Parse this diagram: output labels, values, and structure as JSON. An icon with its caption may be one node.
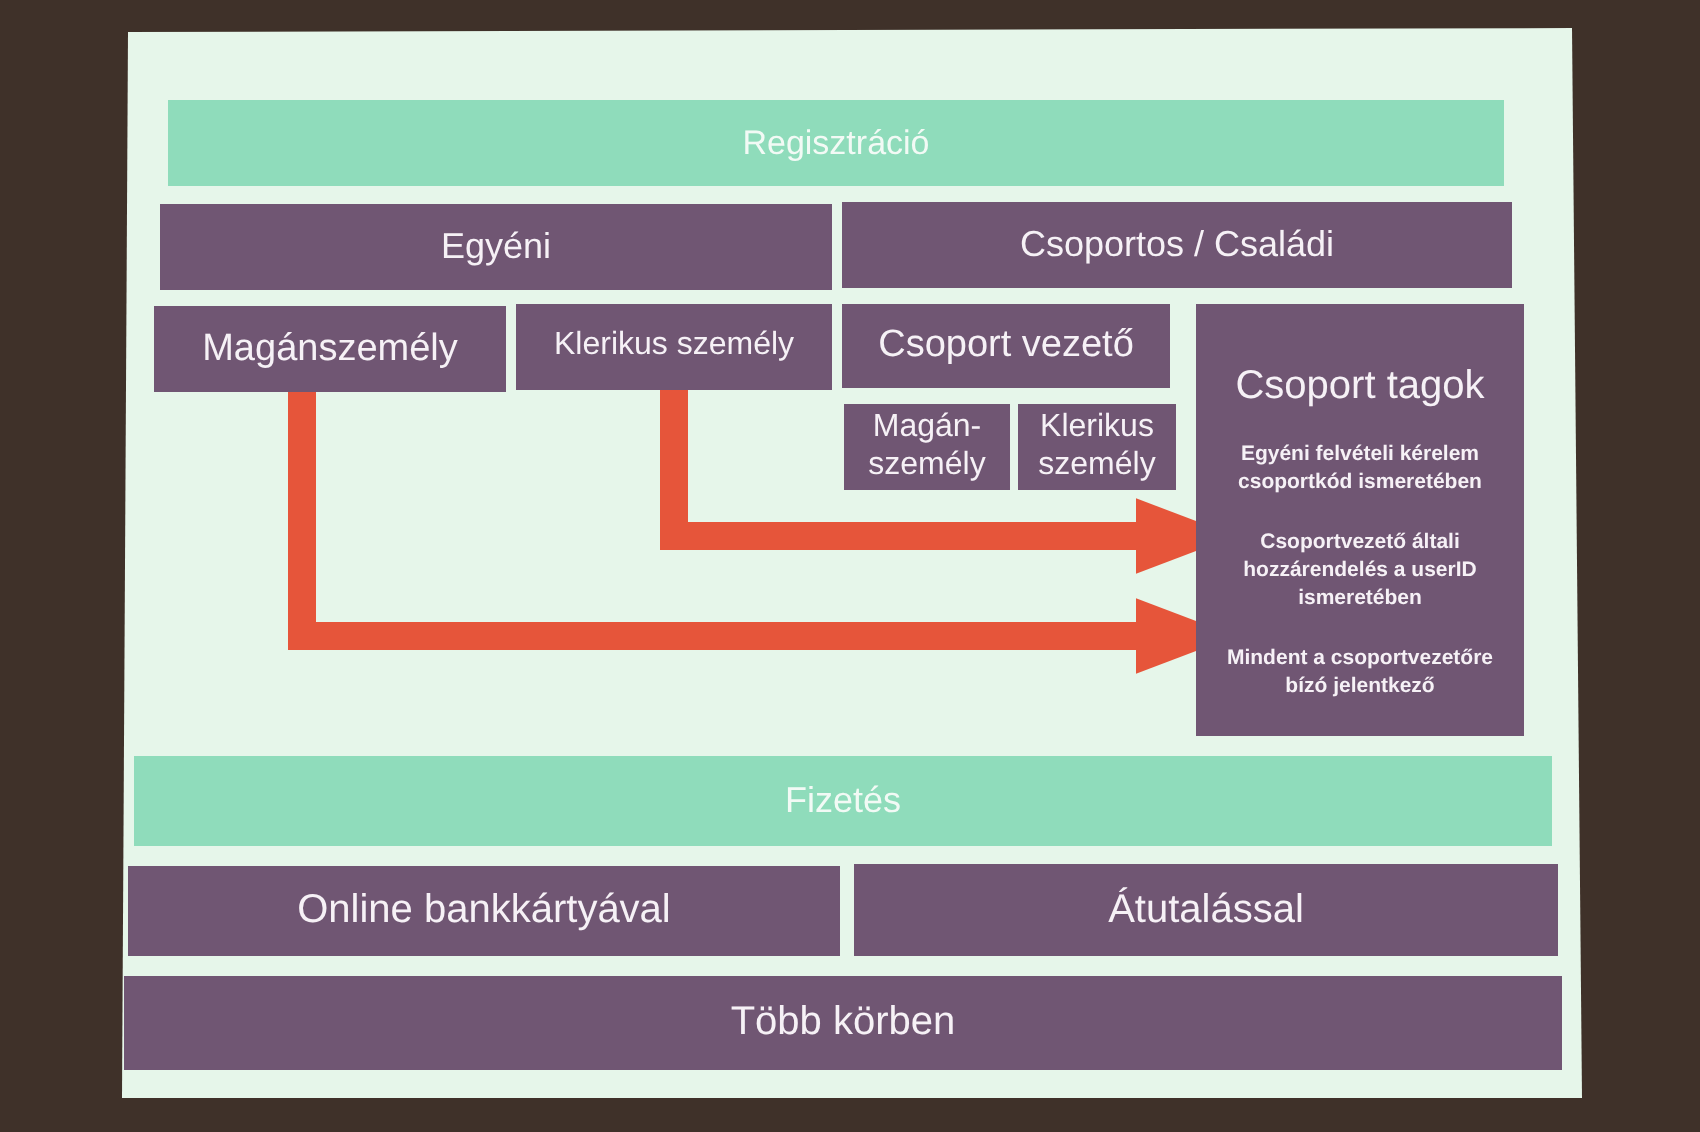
{
  "diagram": {
    "nodes": [
      {
        "text": [
          "Regisztráció"
        ]
      },
      {
        "text": [
          "Egyéni"
        ]
      },
      {
        "text": [
          "Csoportos / Családi"
        ]
      },
      {
        "text": [
          "Magánszemély"
        ]
      },
      {
        "text": [
          "Klerikus személy"
        ]
      },
      {
        "text": [
          "Csoport vezető"
        ]
      },
      {
        "text": [
          "Csoport tagok",
          "Egyéni felvételi kérelem csoportkód ismeretében",
          "Csoportvezető általi hozzárendelés a userID ismeretében",
          "Mindent a csoportvezetőre bízó jelentkező"
        ]
      },
      {
        "text": [
          "Magán- személy"
        ]
      },
      {
        "text": [
          "Klerikus személy"
        ]
      },
      {
        "text": [
          "Fizetés"
        ]
      },
      {
        "text": [
          "Online bankkártyával"
        ]
      },
      {
        "text": [
          "Átutalással"
        ]
      },
      {
        "text": [
          "Több körben"
        ]
      }
    ],
    "edges": [
      {
        "from": 4,
        "to": 6,
        "arrow": "to"
      },
      {
        "from": 3,
        "to": 6,
        "arrow": "to"
      }
    ]
  }
}
